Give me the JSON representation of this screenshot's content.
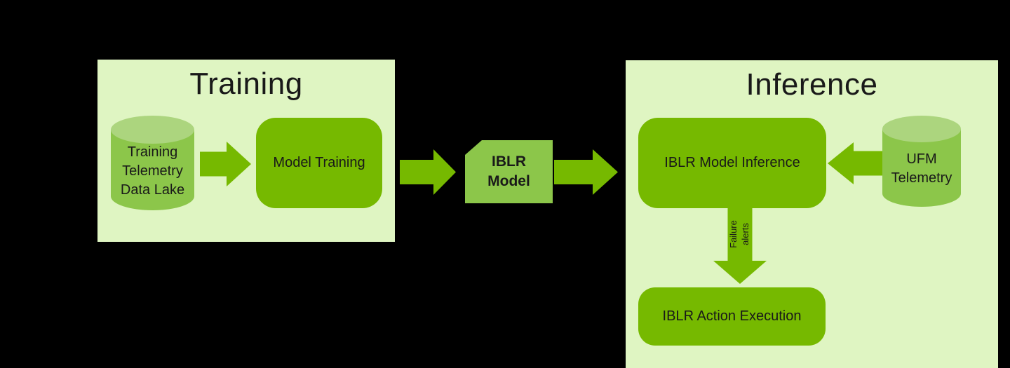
{
  "colors": {
    "background": "#000000",
    "panel_bg": "#dff5c2",
    "box_green": "#76b900",
    "shape_green": "#8cc64a",
    "cylinder_top_green": "#acd57e",
    "text_dark": "#191919"
  },
  "training_panel": {
    "title": "Training",
    "data_lake_cylinder": {
      "line1": "Training",
      "line2": "Telemetry",
      "line3": "Data Lake"
    },
    "model_training_box": {
      "label": "Model Training"
    }
  },
  "pipeline": {
    "iblr_model_badge": {
      "line1": "IBLR",
      "line2": "Model"
    }
  },
  "inference_panel": {
    "title": "Inference",
    "model_inference_box": {
      "label": "IBLR Model Inference"
    },
    "ufm_cylinder": {
      "line1": "UFM",
      "line2": "Telemetry"
    },
    "failure_alerts_label": {
      "line1": "Failure",
      "line2": "alerts"
    },
    "action_execution_box": {
      "label": "IBLR Action Execution"
    }
  }
}
